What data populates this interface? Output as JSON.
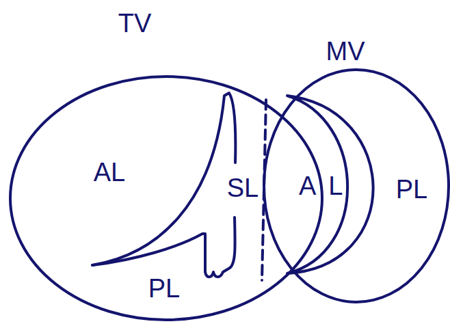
{
  "diagram": {
    "nodes": [
      {
        "text": [
          "TV"
        ]
      },
      {
        "text": [
          "MV"
        ]
      }
    ],
    "labels": [
      "AL",
      "SL",
      "PL",
      "AL",
      "PL"
    ]
  }
}
